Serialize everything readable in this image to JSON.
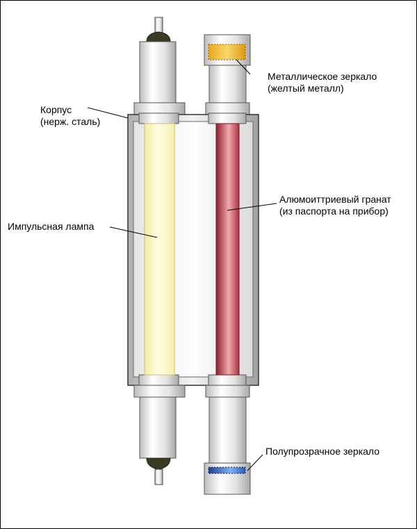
{
  "labels": {
    "housing": {
      "line1": "Корпус",
      "line2": "(нерж. сталь)"
    },
    "metal_mirror": {
      "line1": "Металлическое зеркало",
      "line2": "(желтый металл)"
    },
    "flash_lamp": {
      "line1": "Импульсная лампа"
    },
    "garnet_rod": {
      "line1": "Алюмоиттриевый гранат",
      "line2": "(из паспорта на прибор)"
    },
    "semi_mirror": {
      "line1": "Полупрозрачное зеркало"
    }
  },
  "colors": {
    "outline": "#333333",
    "lamp_glow": "#fff9c4",
    "rod_red": "#c8414a",
    "metal_mirror": "#e8a81a",
    "semi_mirror": "#2a5bb8",
    "steel": "#d6d6d6"
  }
}
